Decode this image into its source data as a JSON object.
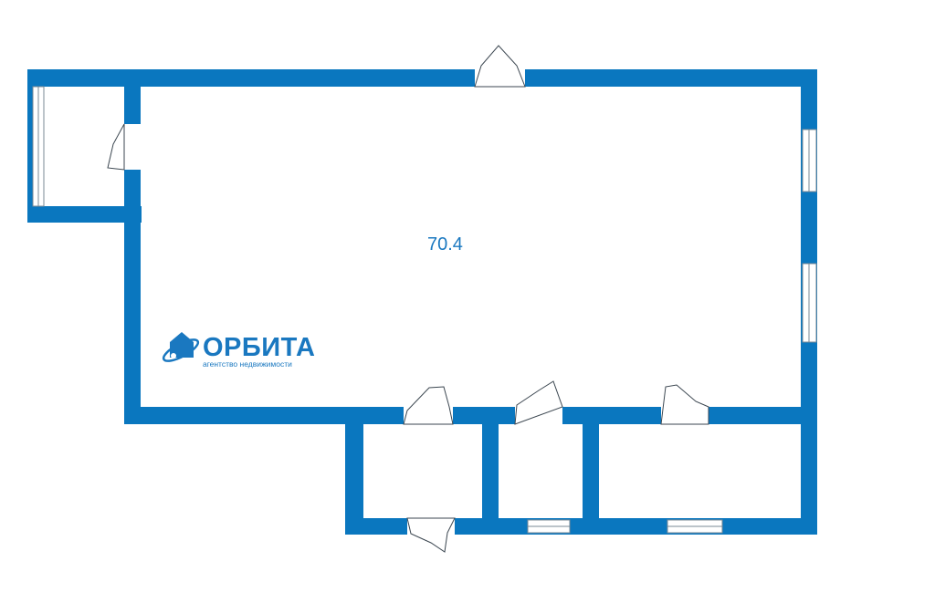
{
  "plan": {
    "area_label": "70.4",
    "wall_color": "#0a77bf",
    "logo": {
      "name": "ОРБИТА",
      "tagline": "агентство недвижимости",
      "icon": "orbit-house-icon"
    }
  }
}
